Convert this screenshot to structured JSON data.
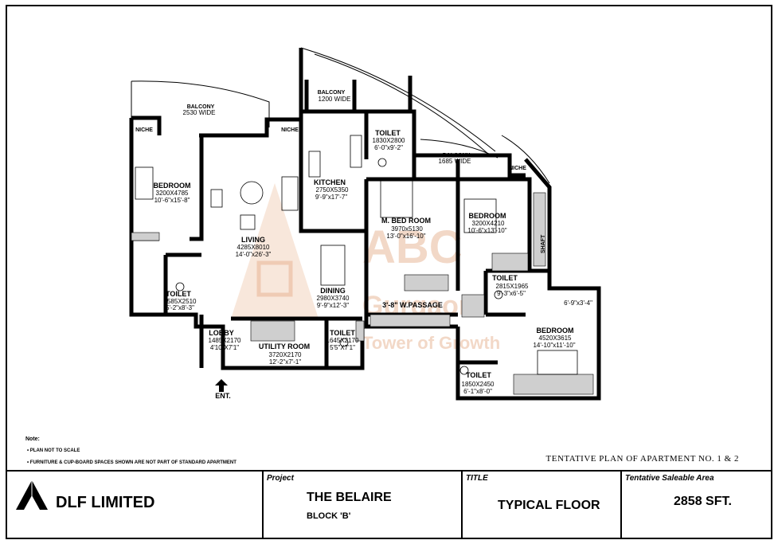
{
  "rooms": {
    "balcony_left": {
      "name": "BALCONY",
      "dim": "2530 WIDE"
    },
    "niche_left": {
      "name": "NICHE"
    },
    "niche_mid": {
      "name": "NICHE"
    },
    "niche_right": {
      "name": "NICHE"
    },
    "balcony_kitchen": {
      "name": "BALCONY",
      "dim": "1200 WIDE"
    },
    "toilet_kitchen": {
      "name": "TOILET",
      "dim1": "1830X2800",
      "dim2": "6'-0\"x9'-2\""
    },
    "balcony_right": {
      "name": "BALCONY",
      "dim": "1685 WIDE"
    },
    "bedroom_left": {
      "name": "BEDROOM",
      "dim1": "3200X4785",
      "dim2": "10'-6\"x15'-8\""
    },
    "kitchen": {
      "name": "KITCHEN",
      "dim1": "2750X5350",
      "dim2": "9'-9\"x17'-7\""
    },
    "master_bedroom": {
      "name": "M. BED ROOM",
      "dim1": "3970x5130",
      "dim2": "13'-0\"x16'-10\""
    },
    "bedroom_right": {
      "name": "BEDROOM",
      "dim1": "3200X4210",
      "dim2": "10'-6\"x13'-10\""
    },
    "shaft": {
      "name": "SHAFT"
    },
    "living": {
      "name": "LIVING",
      "dim1": "4285X8010",
      "dim2": "14'-0\"x26'-3\""
    },
    "dining": {
      "name": "DINING",
      "dim1": "2980X3740",
      "dim2": "9'-9\"x12'-3\""
    },
    "toilet_left": {
      "name": "TOILET",
      "dim1": "1585X2510",
      "dim2": "5'-2\"x8'-3\""
    },
    "passage": {
      "name": "3'-8\" W.PASSAGE"
    },
    "toilet_master": {
      "name": "TOILET",
      "dim1": "2815X1965",
      "dim2": "9'-3\"x6'-5\""
    },
    "lobby": {
      "name": "LOBBY",
      "dim1": "1485X2170",
      "dim2": "4'10\"X7'1\""
    },
    "utility": {
      "name": "UTILITY ROOM",
      "dim1": "3720X2170",
      "dim2": "12'-2\"x7'-1\""
    },
    "toilet_utility": {
      "name": "TOILET",
      "dim1": "1645X2170",
      "dim2": "5'5\"X7'1\""
    },
    "bedroom_bottom": {
      "name": "BEDROOM",
      "dim1": "4520X3615",
      "dim2": "14'-10\"x11'-10\"",
      "extra": "6'-9\"x3'-4\""
    },
    "toilet_bottom": {
      "name": "TOILET",
      "dim1": "1850X2450",
      "dim2": "6'-1\"x8'-0\""
    },
    "entrance": {
      "name": "ENT."
    }
  },
  "watermark": {
    "line1": "ABC",
    "line2": "Gurgaon",
    "line3": "Tower of Growth"
  },
  "notes": {
    "title": "Note:",
    "items": [
      "PLAN NOT TO SCALE",
      "FURNITURE & CUP-BOARD SPACES SHOWN ARE NOT PART OF STANDARD APARTMENT"
    ]
  },
  "plan_title": "TENTATIVE PLAN OF APARTMENT NO. 1 & 2",
  "title_block": {
    "company": "DLF LIMITED",
    "project_label": "Project",
    "project_name": "THE BELAIRE",
    "project_block": "BLOCK 'B'",
    "title_label": "TITLE",
    "title_value": "TYPICAL FLOOR",
    "area_label": "Tentative Saleable Area",
    "area_value": "2858 SFT."
  }
}
